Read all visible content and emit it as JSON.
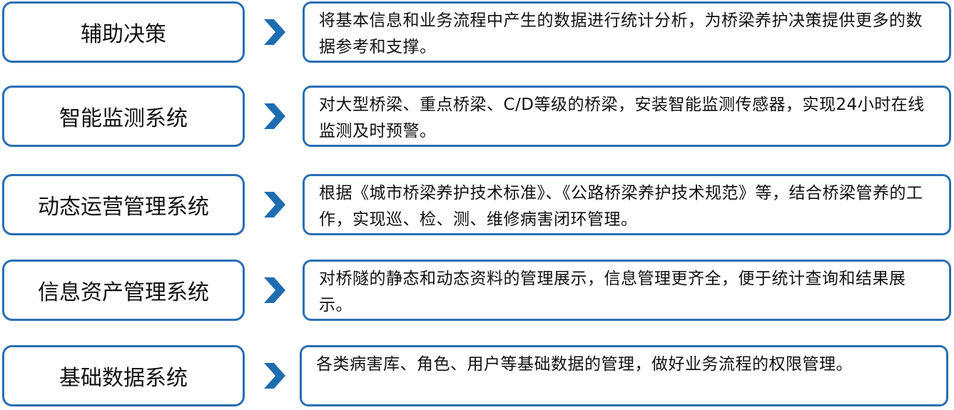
{
  "colors": {
    "border": "#2a6fb3",
    "arrow": "#1e6db0",
    "text": "#111111"
  },
  "rows": [
    {
      "name": "辅助决策",
      "description": "将基本信息和业务流程中产生的数据进行统计分析，为桥梁养护决策提供更多的数据参考和支撑。"
    },
    {
      "name": "智能监测系统",
      "description": "对大型桥梁、重点桥梁、C/D等级的桥梁，安装智能监测传感器，实现24小时在线监测及时预警。"
    },
    {
      "name": "动态运营管理系统",
      "description": "根据《城市桥梁养护技术标准》、《公路桥梁养护技术规范》等，结合桥梁管养的工作，实现巡、检、测、维修病害闭环管理。"
    },
    {
      "name": "信息资产管理系统",
      "description": "对桥隧的静态和动态资料的管理展示，信息管理更齐全，便于统计查询和结果展示。"
    },
    {
      "name": "基础数据系统",
      "description": "各类病害库、角色、用户等基础数据的管理，做好业务流程的权限管理。"
    }
  ]
}
